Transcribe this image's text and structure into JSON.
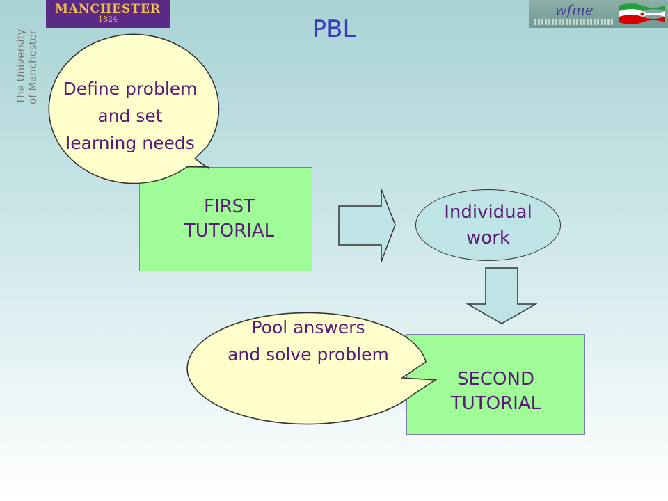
{
  "header": {
    "title": "PBL",
    "manchester_logo_name": "MANCHESTER",
    "manchester_logo_year": "1824",
    "university_line1": "The University",
    "university_line2": "of Manchester",
    "wfme_logo_text": "wfme"
  },
  "diagram": {
    "define_bubble": {
      "line1": "Define problem",
      "line2": "and set",
      "line3": "learning needs"
    },
    "first_tutorial": {
      "line1": "FIRST",
      "line2": "TUTORIAL"
    },
    "individual_work": {
      "line1": "Individual",
      "line2": "work"
    },
    "pool_bubble": {
      "line1": "Pool answers",
      "line2": "and solve problem"
    },
    "second_tutorial": {
      "line1": "SECOND",
      "line2": "TUTORIAL"
    }
  },
  "colors": {
    "box_fill": "#9ffc96",
    "bubble_fill": "#ffffcc",
    "ellipse_fill": "#bfe4e6",
    "arrow_fill": "#bfe4e6",
    "text_purple": "#5a1a78",
    "title_blue": "#3b3bbd"
  },
  "icons": {
    "flag": "iran-flag-icon",
    "arrow_right": "block-arrow-right-icon",
    "arrow_down": "block-arrow-down-icon"
  }
}
